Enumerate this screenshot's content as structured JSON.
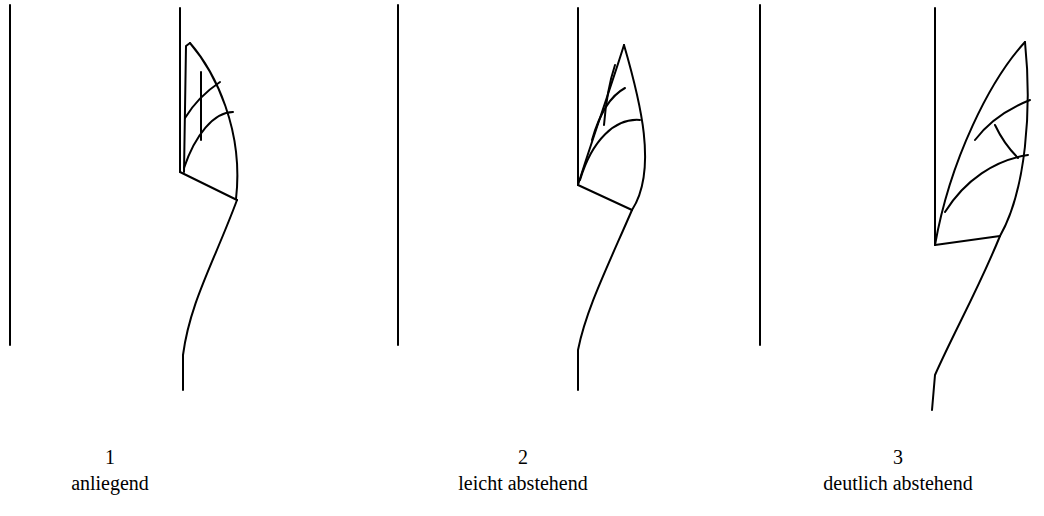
{
  "diagram": {
    "labels": [
      "1",
      "anliegend",
      "2",
      "leicht abstehend",
      "3",
      "deutlich abstehend"
    ]
  }
}
